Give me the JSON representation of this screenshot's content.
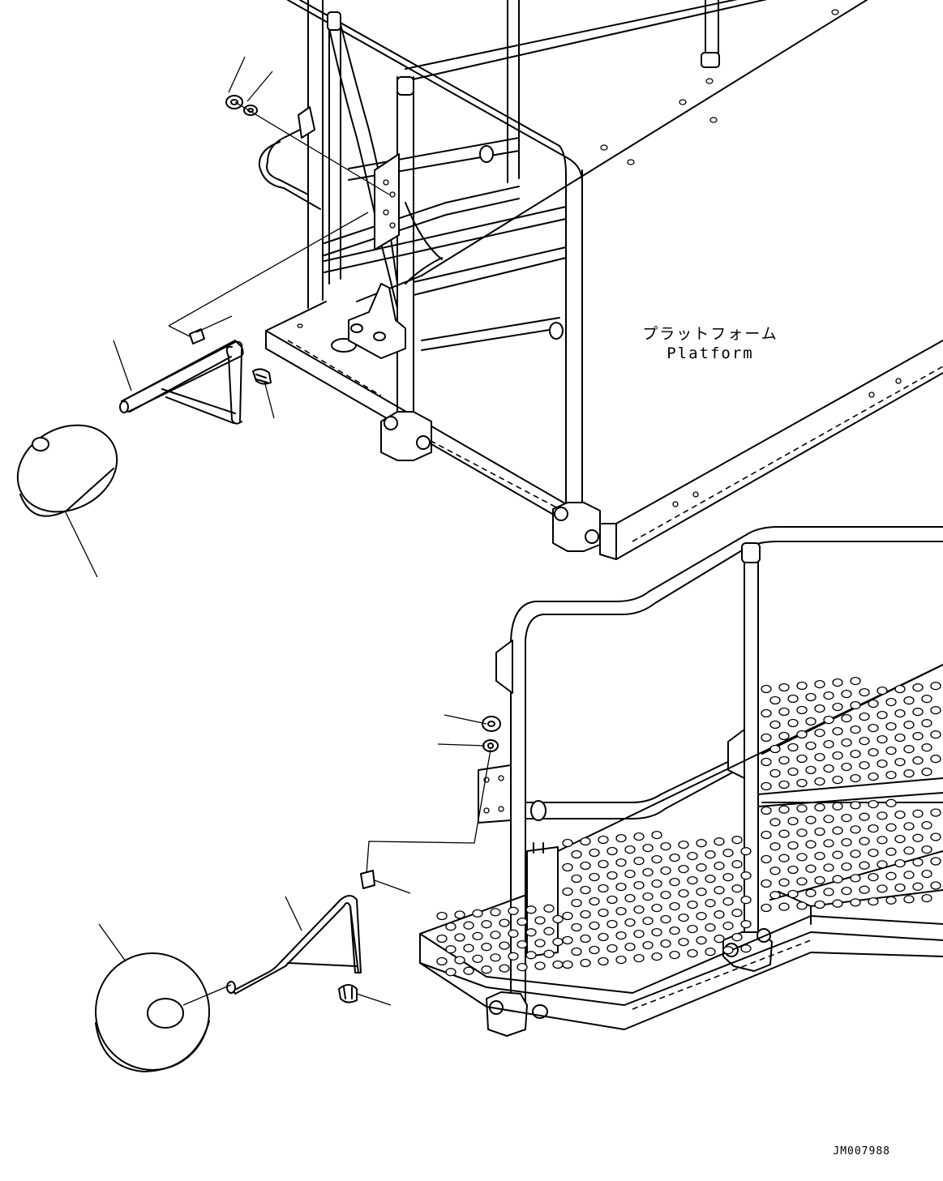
{
  "labels": {
    "platform_jp": "プラットフォーム",
    "platform_en": "Platform",
    "drawing_code": "JM007988"
  },
  "colors": {
    "line": "#000000",
    "background": "#ffffff"
  }
}
